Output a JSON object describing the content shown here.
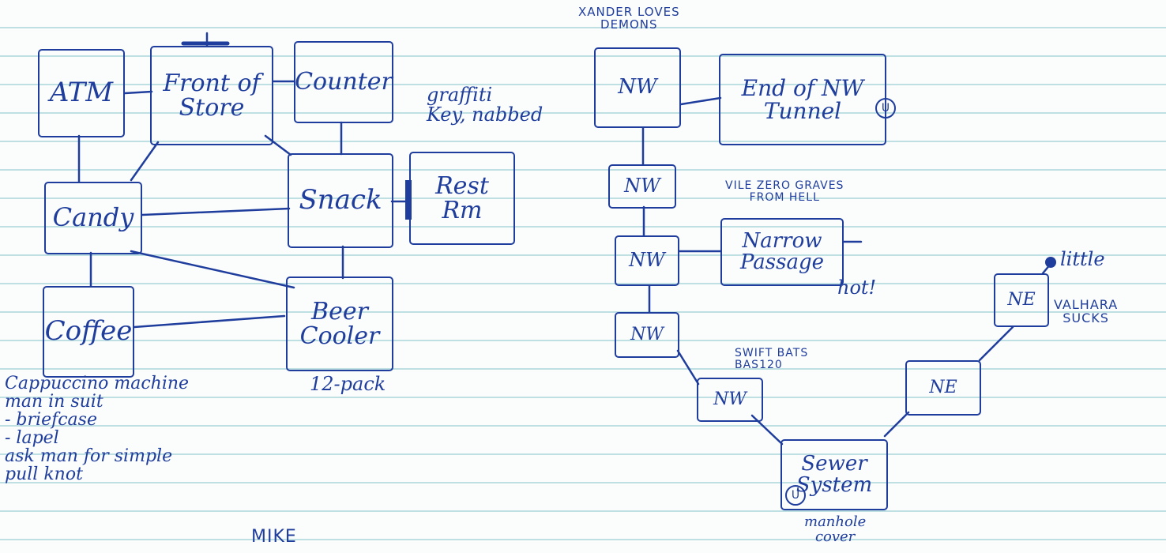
{
  "nodes": {
    "atm": "ATM",
    "front": "Front of\nStore",
    "counter": "Counter",
    "candy": "Candy",
    "snack": "Snack",
    "restroom": "Rest\nRm",
    "coffee": "Coffee",
    "beer_cooler": "Beer\nCooler",
    "nw1": "NW",
    "end_nw": "End of NW\nTunnel",
    "nw2": "NW",
    "nw3": "NW",
    "narrow": "Narrow\nPassage",
    "nw4": "NW",
    "nw5": "NW",
    "sewer": "Sewer\nSystem",
    "ne1": "NE",
    "ne2": "NE"
  },
  "annotations": {
    "graffiti": "graffiti\nKey, nabbed",
    "twelve_pack": "12-pack",
    "coffee_notes": "Cappuccino machine\nman in suit\n- briefcase\n- lapel\nask man for simple\npull knot",
    "mike": "MIKE",
    "xander": "XANDER LOVES\nDEMONS",
    "vile": "VILE ZERO GRAVES\nFROM HELL",
    "hot": "hot!",
    "swift": "SWIFT BATS\nBAS120",
    "valhara": "VALHARA\nSUCKS",
    "little": "little",
    "manhole": "manhole\ncover",
    "u_symbol": "U"
  }
}
